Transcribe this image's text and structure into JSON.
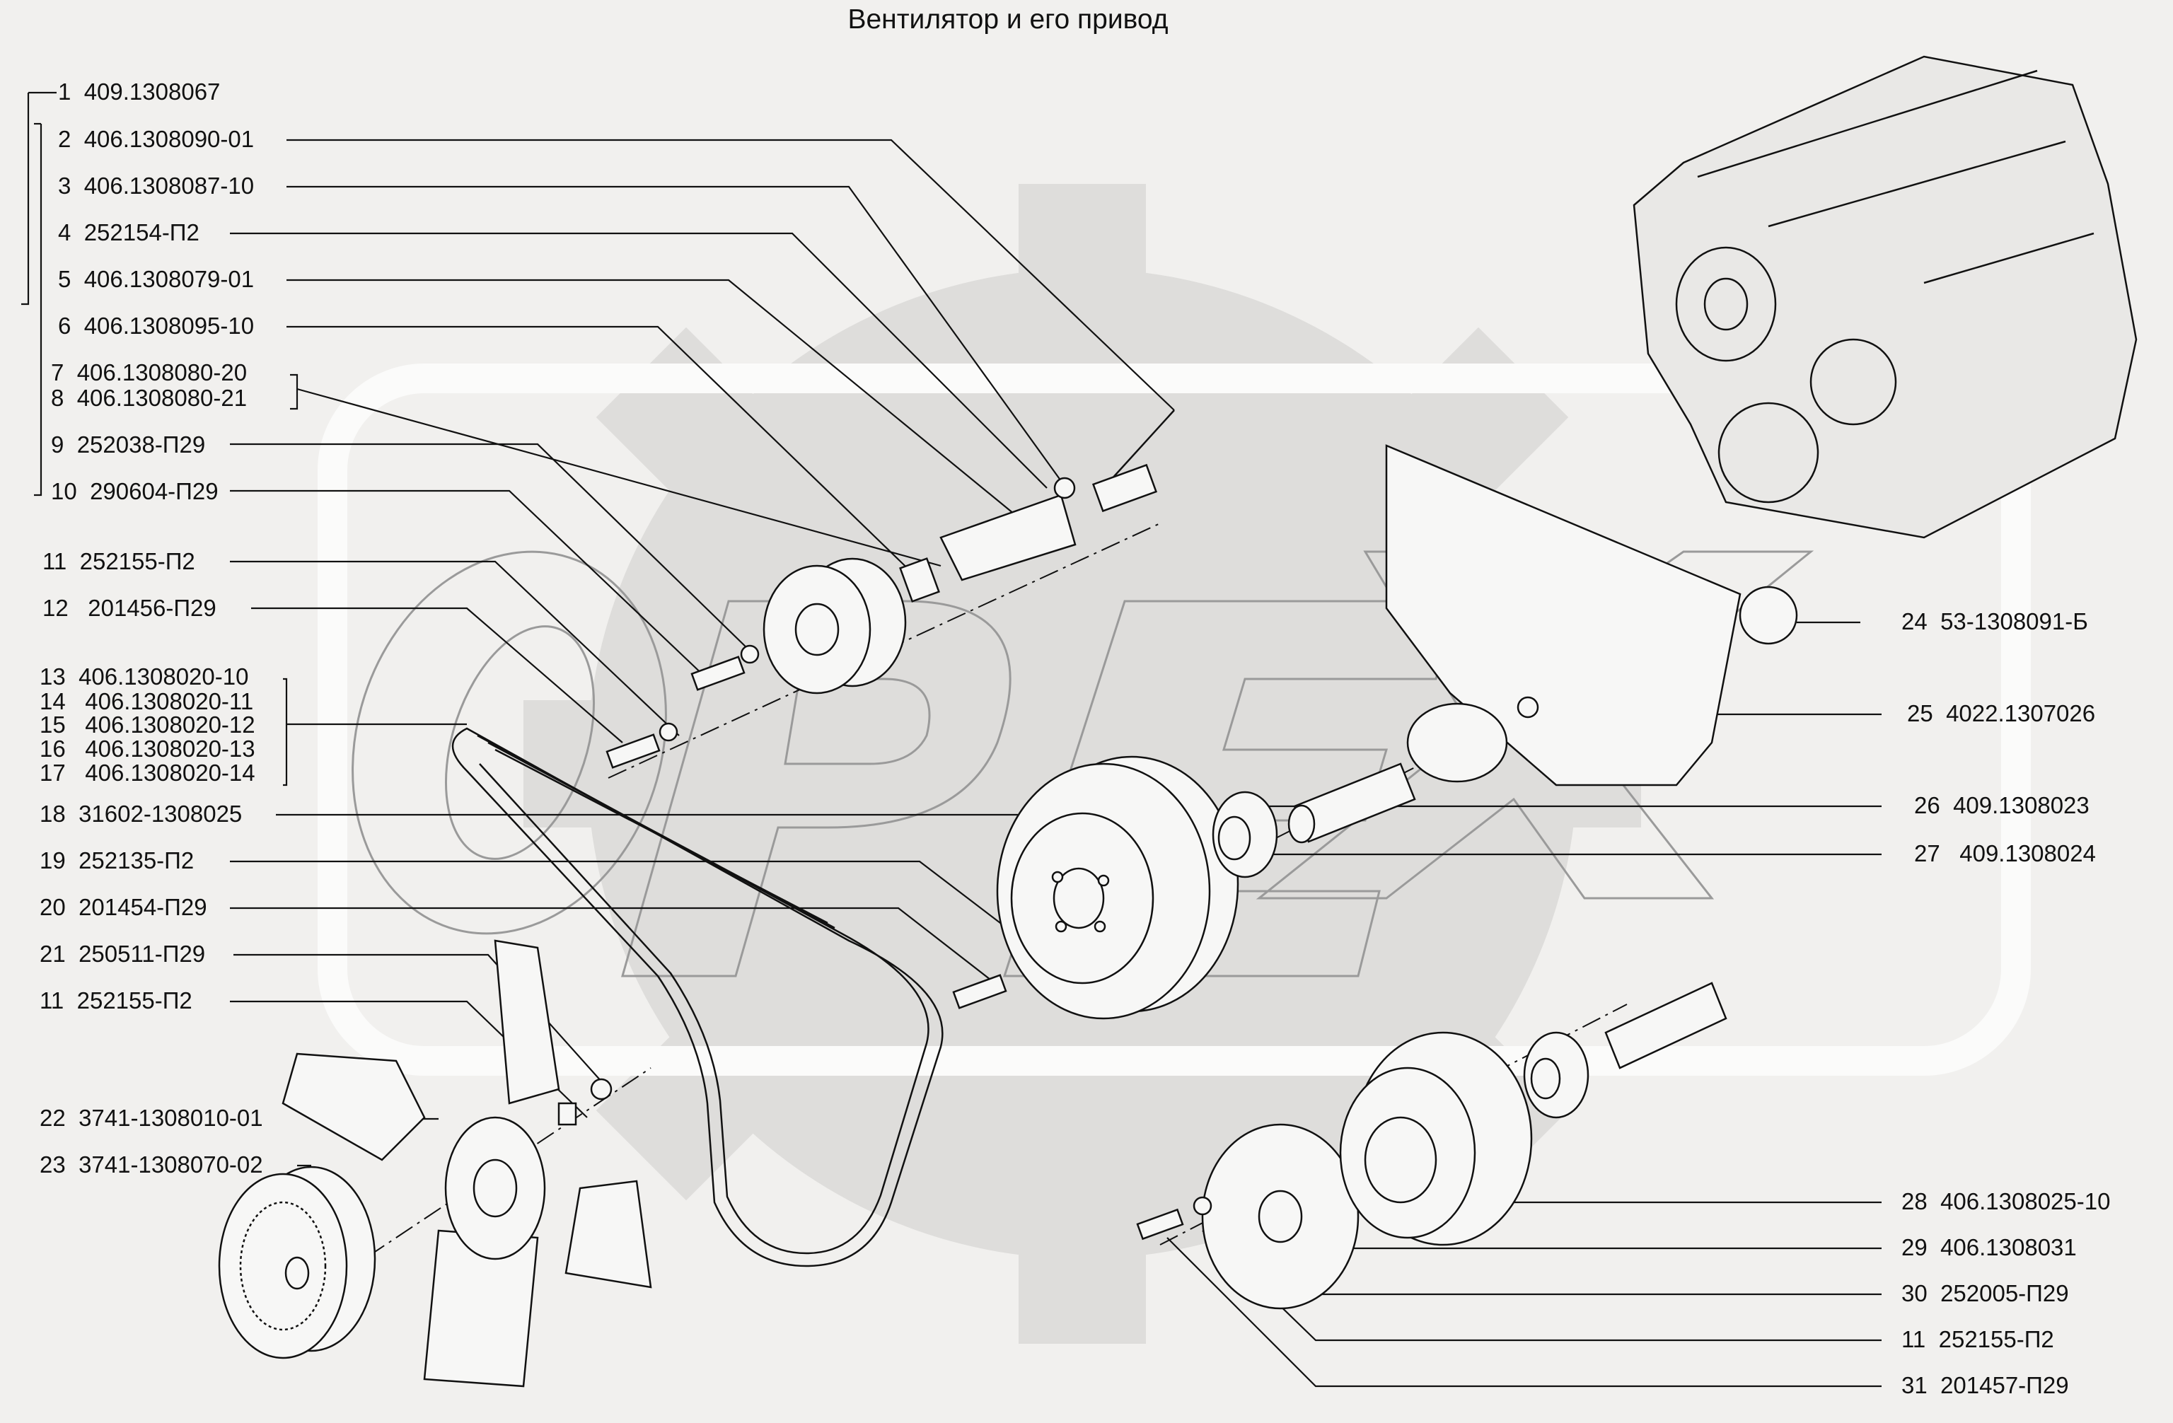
{
  "title": "Вентилятор и его привод",
  "watermark": "ОРЕХ",
  "colors": {
    "background": "#f1f0ee",
    "watermark": "#d8d7d5",
    "line": "#111111"
  },
  "left_labels": [
    {
      "n": "1",
      "code": "409.1308067"
    },
    {
      "n": "2",
      "code": "406.1308090-01"
    },
    {
      "n": "3",
      "code": "406.1308087-10"
    },
    {
      "n": "4",
      "code": "252154-П2"
    },
    {
      "n": "5",
      "code": "406.1308079-01"
    },
    {
      "n": "6",
      "code": "406.1308095-10"
    },
    {
      "n": "7",
      "code": "406.1308080-20"
    },
    {
      "n": "8",
      "code": "406.1308080-21"
    },
    {
      "n": "9",
      "code": "252038-П29"
    },
    {
      "n": "10",
      "code": "290604-П29"
    },
    {
      "n": "11",
      "code": "252155-П2"
    },
    {
      "n": "12",
      "code": "201456-П29"
    },
    {
      "n": "13",
      "code": "406.1308020-10"
    },
    {
      "n": "14",
      "code": "406.1308020-11"
    },
    {
      "n": "15",
      "code": "406.1308020-12"
    },
    {
      "n": "16",
      "code": "406.1308020-13"
    },
    {
      "n": "17",
      "code": "406.1308020-14"
    },
    {
      "n": "18",
      "code": "31602-1308025"
    },
    {
      "n": "19",
      "code": "252135-П2"
    },
    {
      "n": "20",
      "code": "201454-П29"
    },
    {
      "n": "21",
      "code": "250511-П29"
    },
    {
      "n": "11",
      "code": "252155-П2"
    },
    {
      "n": "22",
      "code": "3741-1308010-01"
    },
    {
      "n": "23",
      "code": "3741-1308070-02"
    }
  ],
  "right_labels": [
    {
      "n": "24",
      "code": "53-1308091-Б"
    },
    {
      "n": "25",
      "code": "4022.1307026"
    },
    {
      "n": "26",
      "code": "409.1308023"
    },
    {
      "n": "27",
      "code": "409.1308024"
    },
    {
      "n": "28",
      "code": "406.1308025-10"
    },
    {
      "n": "29",
      "code": "406.1308031"
    },
    {
      "n": "30",
      "code": "252005-П29"
    },
    {
      "n": "11",
      "code": "252155-П2"
    },
    {
      "n": "31",
      "code": "201457-П29"
    }
  ]
}
